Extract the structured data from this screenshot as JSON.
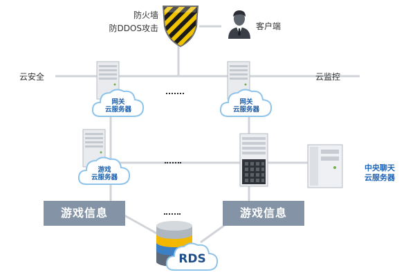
{
  "firewall": {
    "line1": "防火墙",
    "line2": "防DDOS攻击"
  },
  "client": {
    "label": "客户端"
  },
  "left_label": "云安全",
  "right_label": "云监控",
  "gateway_left": {
    "line1": "网关",
    "line2": "云服务器"
  },
  "gateway_right": {
    "line1": "网关",
    "line2": "云服务器"
  },
  "game_server": {
    "line1": "游戏",
    "line2": "云服务器"
  },
  "chat_server": {
    "line1": "中央聊天",
    "line2": "云服务器"
  },
  "info_left": "游戏信息",
  "info_right": "游戏信息",
  "database": {
    "label": "RDS"
  },
  "colors": {
    "line": "#d0d3d8",
    "panel": "#8494a6",
    "cloud_stroke": "#8ec3ea",
    "cloud_text": "#1e5fa8",
    "chat_text": "#1e63b5",
    "shield_yellow": "#f2c400"
  }
}
